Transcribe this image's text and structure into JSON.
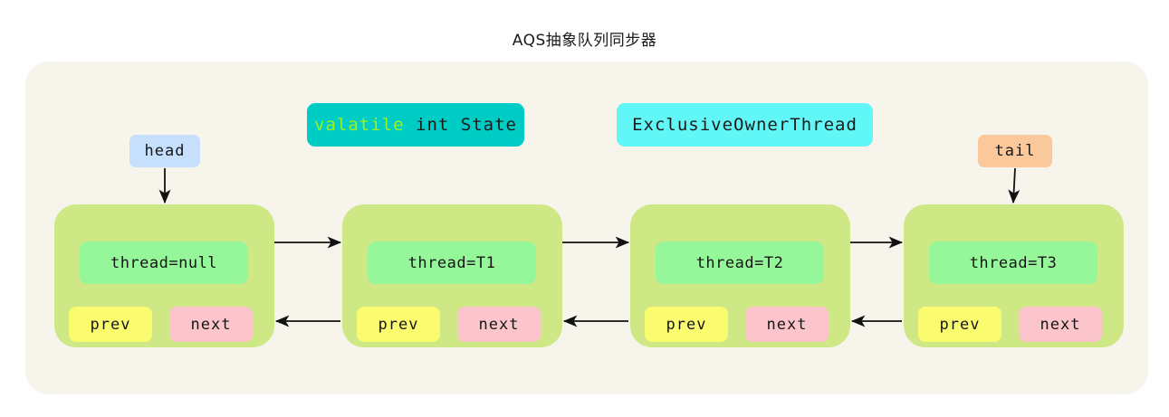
{
  "title": "AQS抽象队列同步器",
  "panel": {
    "background_color": "#f7f4ec"
  },
  "pointers": [
    {
      "name": "head",
      "label": "head",
      "color": "#c6dffc",
      "target_node": 0
    },
    {
      "name": "tail",
      "label": "tail",
      "color": "#fac89a",
      "target_node": 3
    }
  ],
  "banners": [
    {
      "name": "state",
      "keyword": "valatile",
      "rest": " int State",
      "full_label": "valatile int State",
      "background_color": "#00ccc6",
      "keyword_color": "#9ef11d"
    },
    {
      "name": "exclusive-owner-thread",
      "full_label": "ExclusiveOwnerThread",
      "background_color": "#62f7f7"
    }
  ],
  "node_colors": {
    "node": "#cde884",
    "thread": "#96f79a",
    "prev": "#fbfb70",
    "next": "#fbc5cb"
  },
  "field_labels": {
    "prev": "prev",
    "next": "next"
  },
  "nodes": [
    {
      "thread": "thread=null",
      "prev": "prev",
      "next": "next"
    },
    {
      "thread": "thread=T1",
      "prev": "prev",
      "next": "next"
    },
    {
      "thread": "thread=T2",
      "prev": "prev",
      "next": "next"
    },
    {
      "thread": "thread=T3",
      "prev": "prev",
      "next": "next"
    }
  ],
  "links": {
    "next_direction": "right",
    "prev_direction": "left",
    "arrow_color": "#111111"
  }
}
